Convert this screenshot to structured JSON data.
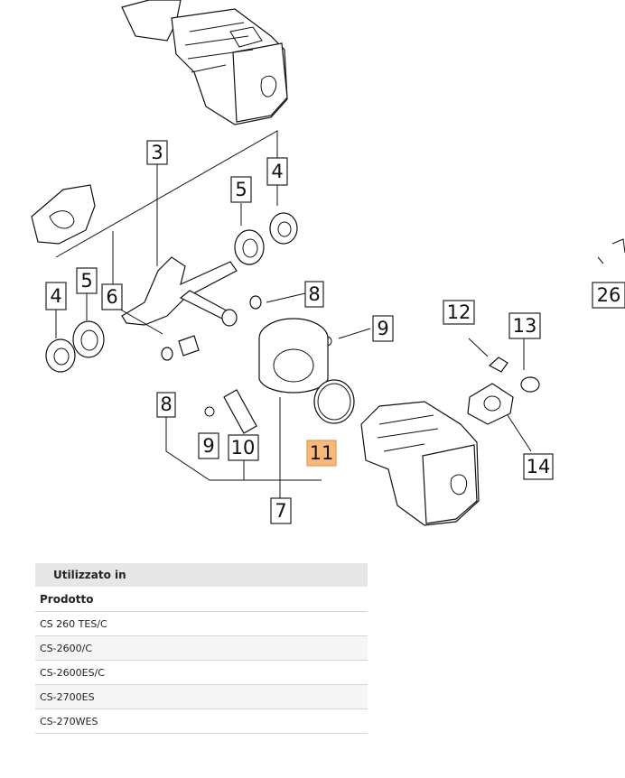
{
  "diagram": {
    "callouts": [
      "3",
      "4",
      "5",
      "4",
      "5",
      "6",
      "8",
      "9",
      "12",
      "13",
      "26",
      "8",
      "9",
      "10",
      "11",
      "7",
      "14"
    ],
    "highlighted_callout": "11",
    "highlight_color": "#f6b97a"
  },
  "used_in": {
    "section_title": "Utilizzato in",
    "column_header": "Prodotto",
    "products": [
      "CS 260 TES/C",
      "CS-2600/C",
      "CS-2600ES/C",
      "CS-2700ES",
      "CS-270WES"
    ]
  }
}
